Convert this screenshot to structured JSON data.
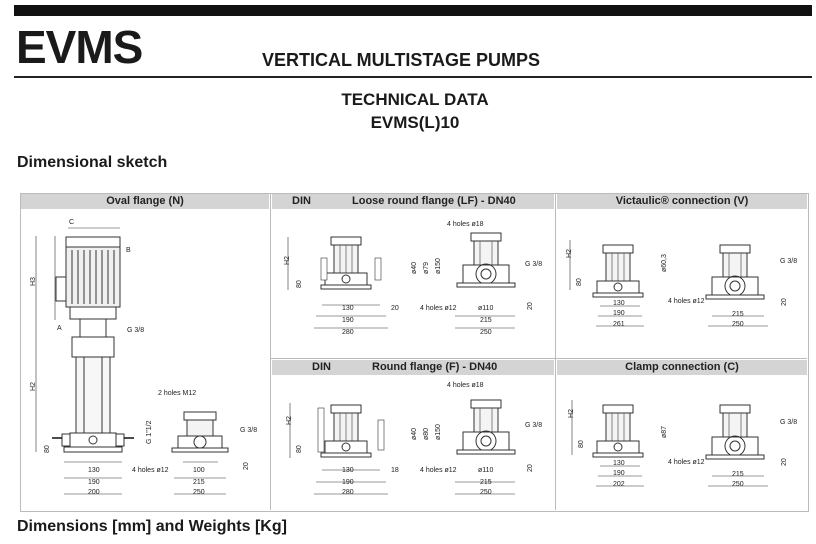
{
  "header": {
    "brand": "EVMS",
    "subtitle": "VERTICAL MULTISTAGE PUMPS",
    "tech_title": "TECHNICAL DATA",
    "model": "EVMS(L)10"
  },
  "sections": {
    "sketch": "Dimensional sketch",
    "dimensions": "Dimensions [mm] and Weights [Kg]"
  },
  "panels": {
    "oval": {
      "title": "Oval flange (N)"
    },
    "loose": {
      "din": "DIN",
      "title": "Loose round flange (LF) - DN40"
    },
    "victaulic": {
      "title": "Victaulic® connection (V)"
    },
    "round": {
      "din": "DIN",
      "title": "Round flange (F) - DN40"
    },
    "clamp": {
      "title": "Clamp connection (C)"
    }
  },
  "labels": {
    "C": "C",
    "B": "B",
    "A": "A",
    "H3": "H3",
    "H2": "H2",
    "g38": "G 3/8",
    "g112": "G 1\"1/2",
    "holes_m12": "2 holes M12",
    "holes_12": "4 holes ø12",
    "holes_18": "4 holes ø18",
    "d150": "ø150",
    "d79": "ø79",
    "d40": "ø40",
    "d110": "ø110",
    "d603": "ø60,3",
    "d80": "ø80",
    "d87": "ø87",
    "n80": "80",
    "n20": "20",
    "n18": "18",
    "n130": "130",
    "n190": "190",
    "n200": "200",
    "n100": "100",
    "n215": "215",
    "n250": "250",
    "n280": "280",
    "n261": "261",
    "n202": "202"
  }
}
